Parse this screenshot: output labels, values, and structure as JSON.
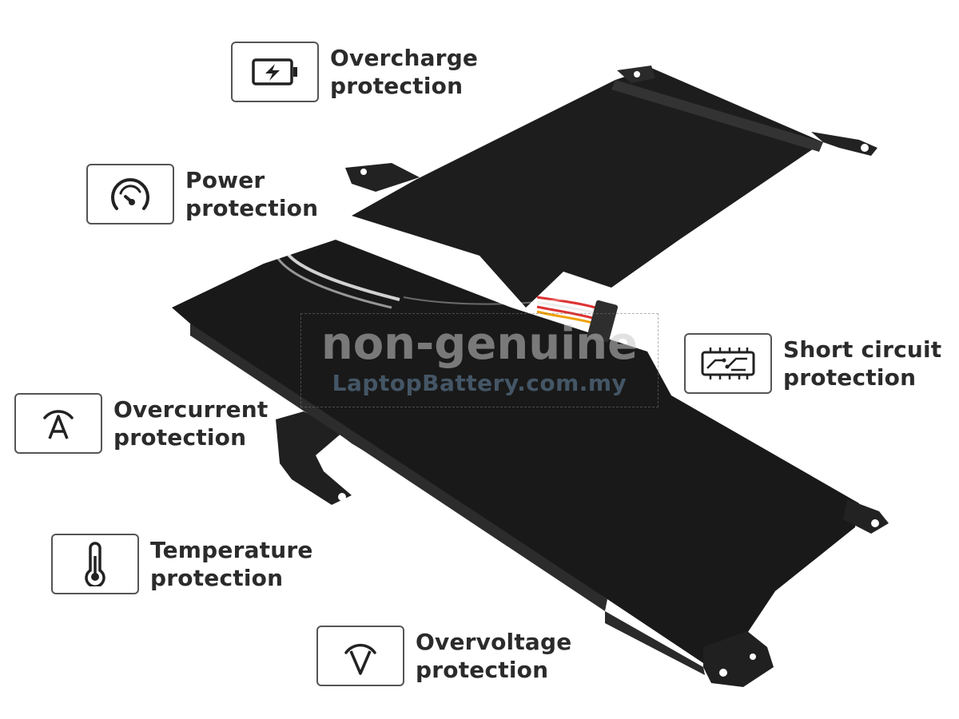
{
  "features": [
    {
      "id": "overcharge",
      "icon": "battery-charge-icon",
      "line1": "Overcharge",
      "line2": "protection"
    },
    {
      "id": "power",
      "icon": "gauge-icon",
      "line1": "Power",
      "line2": "protection"
    },
    {
      "id": "short_circuit",
      "icon": "circuit-icon",
      "line1": "Short circuit",
      "line2": "protection"
    },
    {
      "id": "overcurrent",
      "icon": "current-a-icon",
      "line1": "Overcurrent",
      "line2": "protection"
    },
    {
      "id": "temperature",
      "icon": "thermometer-icon",
      "line1": "Temperature",
      "line2": "protection"
    },
    {
      "id": "overvoltage",
      "icon": "voltage-v-icon",
      "line1": "Overvoltage",
      "line2": "protection"
    }
  ],
  "watermark": {
    "main": "non-genuine",
    "sub": "LaptopBattery.com.my"
  },
  "colors": {
    "battery_body": "#1d1d1d",
    "border": "#555555",
    "text": "#2b2b2b"
  }
}
